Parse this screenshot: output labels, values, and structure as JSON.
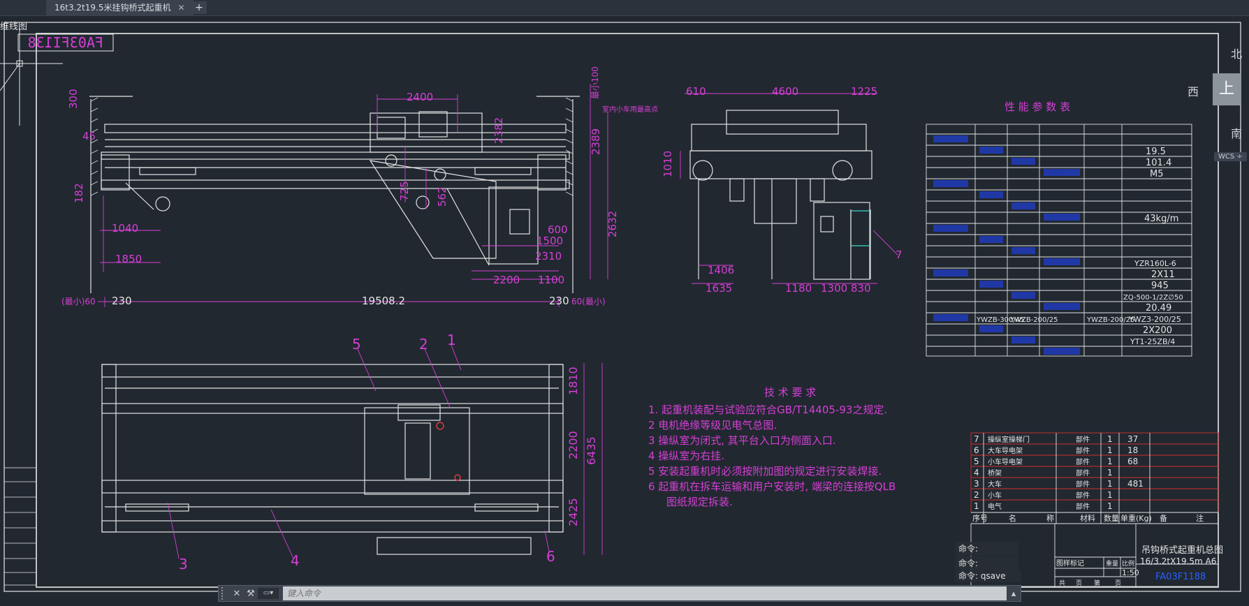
{
  "tab": {
    "title": "16t3.2t19.5米挂钩桥式起重机",
    "close": "✕",
    "add": "+"
  },
  "viewport": {
    "label": "维线图"
  },
  "compass": {
    "north": "北",
    "west": "西",
    "south": "南",
    "cube": "上",
    "wcs": "WCS ÷"
  },
  "drawing": {
    "stamp_code": "FA03FI138",
    "dims_left": [
      "300",
      "45",
      "182",
      "1040",
      "1850",
      "2400",
      "2382",
      "725",
      "562",
      "2389",
      "600",
      "1500",
      "2310",
      "2200",
      "1100",
      "2632",
      "(最小)60",
      "230",
      "19508.2",
      "230",
      "60(最小)",
      "最小100",
      "室内小车用最高点"
    ],
    "dims_side": [
      "610",
      "4600",
      "1225",
      "1010",
      "1406",
      "1635",
      "1180",
      "1300",
      "830",
      "7"
    ],
    "dims_bottom": [
      "1810",
      "2200",
      "6435",
      "2425",
      "5",
      "2",
      "1",
      "3",
      "4",
      "6"
    ],
    "param_title": "性 能 参 数 表",
    "param_values": [
      "19.5",
      "101.4",
      "M5",
      "YZR160L-6",
      "43kg/m",
      "945",
      "ZQ-500-1/2Z∅50",
      "20.49",
      "YWZ3-200/25",
      "2X200",
      "YWZB-300/45",
      "YWZB-200/25",
      "YWZB-200/25",
      "YT1-25ZB/4",
      "2X11"
    ],
    "tech_title": "技 术 要 求",
    "tech": [
      "1.  起重机装配与试验应符合GB/T14405-93之规定.",
      "2  电机绝缘等级见电气总图.",
      "3  操纵室为闭式, 其平台入口为侧面入口.",
      "4  操纵室为右挂.",
      "5  安装起重机时必须按附加图的规定进行安装焊接.",
      "6  起重机在拆车运输和用户安装时, 端梁的连接按QLB"
    ],
    "tech_tail": "图纸规定拆装.",
    "bom": [
      [
        "7",
        "操纵室操梯门",
        "部件",
        "1",
        "37"
      ],
      [
        "6",
        "大车导电架",
        "部件",
        "1",
        "18"
      ],
      [
        "5",
        "小车导电架",
        "部件",
        "1",
        "68"
      ],
      [
        "4",
        "桥架",
        "部件",
        "1",
        ""
      ],
      [
        "3",
        "大车",
        "部件",
        "1",
        "481"
      ],
      [
        "2",
        "小车",
        "部件",
        "1",
        ""
      ],
      [
        "1",
        "电气",
        "部件",
        "1",
        ""
      ]
    ],
    "bom_header": [
      "序号",
      "名",
      "称",
      "材料",
      "数量",
      "单重(Kg)",
      "备",
      "注"
    ],
    "title_block": {
      "name": "吊钩桥式起重机总图",
      "spec": "16/3.2tX19.5m  A6",
      "code": "FA03F1188",
      "scale": "1:50",
      "labels": [
        "图样标记",
        "重量",
        "比例",
        "共",
        "页",
        "第",
        "页"
      ]
    }
  },
  "command": {
    "history": [
      "命令:",
      "命令:"
    ],
    "last_prompt": "命令:",
    "last_cmd": "qsave",
    "placeholder": "键入命令"
  }
}
